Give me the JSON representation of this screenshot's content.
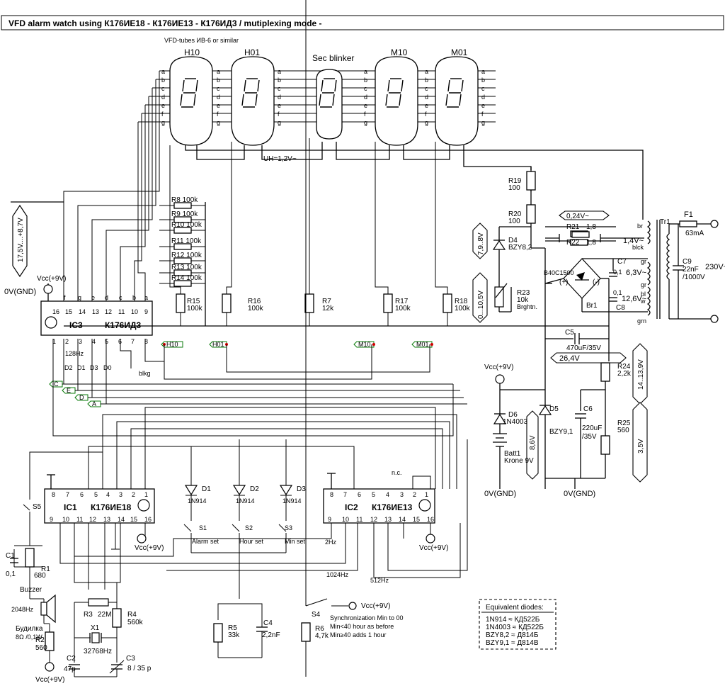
{
  "title": "VFD alarm watch using К176ИЕ18 - К176ИЕ13 - К176ИД3 / mutiplexing mode -",
  "tubes_note": "VFD-tubes ИВ-6 or similar",
  "tubes": [
    "H10",
    "H01",
    "Sec blinker",
    "M10",
    "M01"
  ],
  "segment_letters": [
    "a",
    "b",
    "c",
    "d",
    "e",
    "f",
    "g"
  ],
  "filament": "UH=1,2V~",
  "supply_span": "17,5V....+8,7V",
  "ground": "0V(GND)",
  "vcc": "Vcc(+9V)",
  "ic3": {
    "name": "IC3",
    "type": "К176ИД3",
    "top_pins": [
      "16",
      "15",
      "14",
      "13",
      "12",
      "11",
      "10",
      "9"
    ],
    "top_labels": [
      "f",
      "g",
      "e",
      "d",
      "c",
      "b",
      "a"
    ],
    "bottom_pins": [
      "1",
      "2",
      "3",
      "4",
      "5",
      "6",
      "7",
      "8"
    ],
    "bottom_labels": [
      "D2",
      "D1",
      "D3",
      "D0"
    ],
    "freq": "128Hz",
    "blank": "blkg"
  },
  "ic1": {
    "name": "IC1",
    "type": "К176ИЕ18",
    "top_pins": [
      "8",
      "7",
      "6",
      "5",
      "4",
      "3",
      "2",
      "1"
    ],
    "bottom_pins": [
      "9",
      "10",
      "11",
      "12",
      "13",
      "14",
      "15",
      "16"
    ]
  },
  "ic2": {
    "name": "IC2",
    "type": "К176ИЕ13",
    "top_pins": [
      "8",
      "7",
      "6",
      "5",
      "4",
      "3",
      "2",
      "1"
    ],
    "bottom_pins": [
      "9",
      "10",
      "11",
      "12",
      "13",
      "14",
      "15",
      "16"
    ],
    "nc": "n.c."
  },
  "rails": [
    "H10",
    "H01",
    "M10",
    "M01"
  ],
  "bus": [
    "C",
    "E",
    "D",
    "A"
  ],
  "segment_resistors": [
    {
      "ref": "R8",
      "val": "100k"
    },
    {
      "ref": "R9",
      "val": "100k"
    },
    {
      "ref": "R10",
      "val": "100k"
    },
    {
      "ref": "R11",
      "val": "100k"
    },
    {
      "ref": "R12",
      "val": "100k"
    },
    {
      "ref": "R13",
      "val": "100k"
    },
    {
      "ref": "R14",
      "val": "100k"
    }
  ],
  "grid_resistors": [
    {
      "ref": "R15",
      "val": "100k"
    },
    {
      "ref": "R16",
      "val": "100k"
    },
    {
      "ref": "R7",
      "val": "12k"
    },
    {
      "ref": "R17",
      "val": "100k"
    },
    {
      "ref": "R18",
      "val": "100k"
    }
  ],
  "r19": {
    "ref": "R19",
    "val": "100"
  },
  "r20": {
    "ref": "R20",
    "val": "100"
  },
  "r21": {
    "ref": "R21",
    "val": "1,8"
  },
  "r22": {
    "ref": "R22",
    "val": "1,8"
  },
  "r23": {
    "ref": "R23",
    "val": "10k",
    "note": "Brghtn."
  },
  "d4": {
    "ref": "D4",
    "val": "BZY8,2"
  },
  "v_zener": "7,9..8V",
  "v_bright": "0...10,5V",
  "v_drop": "0,24V~",
  "transformer": {
    "ref": "Tr1",
    "w1": "1,4V~",
    "w1c": "br",
    "w1c2": "blck",
    "w2": "6,3V~",
    "w2c": "gr",
    "w3": "12,6V~",
    "w3c": "bl",
    "w3c2": "w",
    "w3c3": "grn",
    "fuse": "F1",
    "fuse_val": "63mA",
    "mains": "230V~"
  },
  "c9": {
    "ref": "C9",
    "val1": "22nF",
    "val2": "/1000V"
  },
  "bridge": {
    "ref": "Br1",
    "type": "B40C1500"
  },
  "c7": {
    "ref": "C7",
    "val": "0,1"
  },
  "c8": {
    "ref": "C8",
    "val": "0,1"
  },
  "c5": {
    "ref": "C5",
    "val": "470uF/35V"
  },
  "v_26": "26,4V",
  "r24": {
    "ref": "R24",
    "val": "2,2k"
  },
  "r25": {
    "ref": "R25",
    "val": "560"
  },
  "v_14": "14..13,9V",
  "v_35": "3,5V",
  "c6": {
    "ref": "C6",
    "val1": "220uF",
    "val2": "/35V"
  },
  "d5": {
    "ref": "D5",
    "val": "BZY9,1"
  },
  "d6": {
    "ref": "D6",
    "val": "1N4003"
  },
  "batt": {
    "ref": "Batt1",
    "val": "Krone 9V"
  },
  "v_86": "8,6V",
  "diodes_sw": [
    {
      "ref": "D1",
      "val": "1N914"
    },
    {
      "ref": "D2",
      "val": "1N914"
    },
    {
      "ref": "D3",
      "val": "1N914"
    }
  ],
  "switches": [
    {
      "ref": "S1",
      "label": "Alarm set"
    },
    {
      "ref": "S2",
      "label": "Hour set"
    },
    {
      "ref": "S3",
      "label": "Min set"
    }
  ],
  "s4": {
    "ref": "S4"
  },
  "s5": {
    "ref": "S5"
  },
  "r5": {
    "ref": "R5",
    "val": "33k"
  },
  "c4": {
    "ref": "C4",
    "val": "2,2nF"
  },
  "r6": {
    "ref": "R6",
    "val": "4,7k"
  },
  "sync_note": [
    "Synchronization Min to 00",
    "Min<40 hour as before",
    "Min≥40 adds 1 hour"
  ],
  "freqs": {
    "f2": "2Hz",
    "f1024": "1024Hz",
    "f512": "512Hz"
  },
  "c1": {
    "ref": "C1",
    "val": "0,1"
  },
  "r1": {
    "ref": "R1",
    "val": "680"
  },
  "buzzer": {
    "name": "Buzzer",
    "freq": "2048Hz",
    "alt": "Будилка",
    "spec": "8Ω /0,1W"
  },
  "r2": {
    "ref": "R2",
    "val": "560"
  },
  "r3": {
    "ref": "R3",
    "val": "22M"
  },
  "r4": {
    "ref": "R4",
    "val": "560k"
  },
  "x1": {
    "ref": "X1",
    "val": "32768Hz"
  },
  "c2": {
    "ref": "C2",
    "val": "47p"
  },
  "c3": {
    "ref": "C3",
    "val": "8 / 35 p"
  },
  "equiv": {
    "title": "Equivalent diodes:",
    "rows": [
      "1N914 ≈ КД522Б",
      "1N4003 ≈ КД522Б",
      "BZY8,2 ≈ Д814Б",
      "BZY9,1 ≈ Д814В"
    ]
  }
}
